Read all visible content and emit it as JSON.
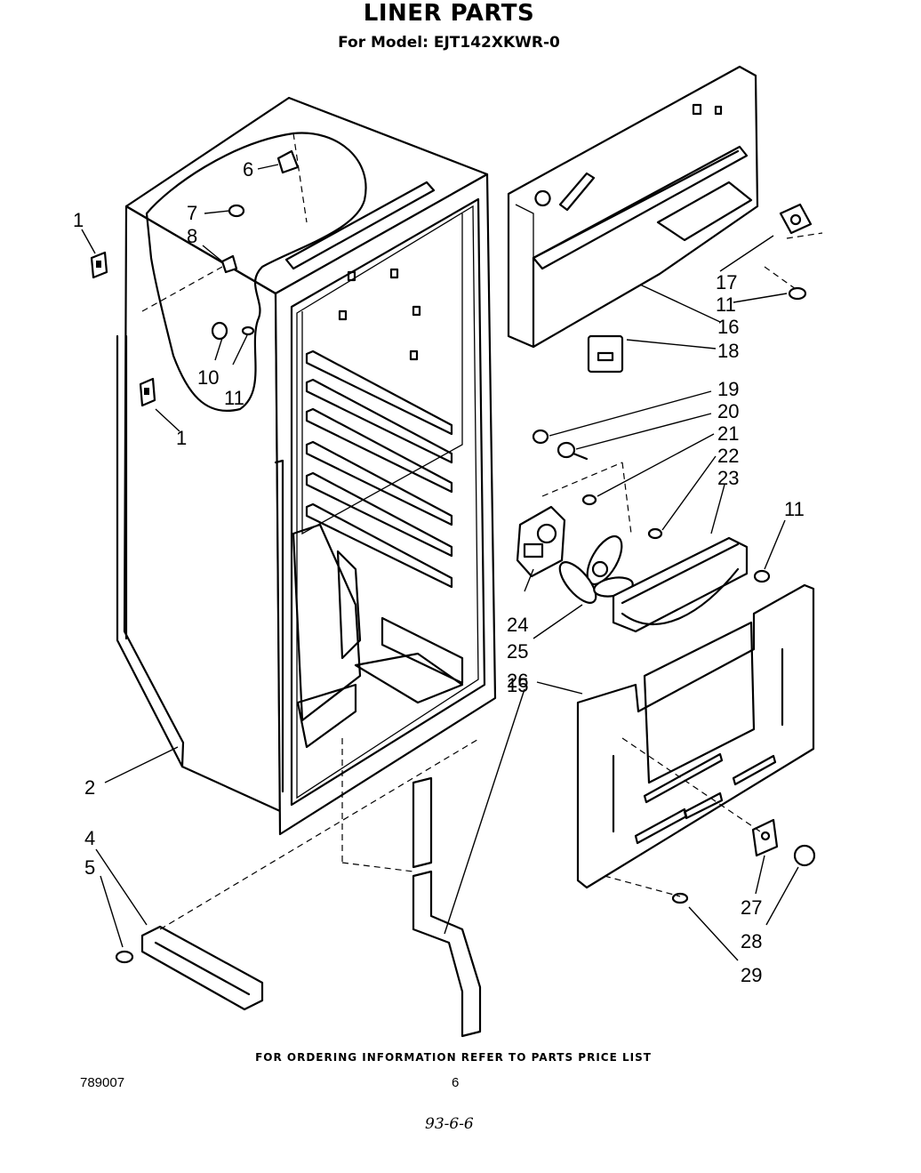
{
  "header": {
    "title": "LINER PARTS",
    "model_line": "For Model: EJT142XKWR-0"
  },
  "callouts": [
    {
      "id": "1a",
      "label": "1"
    },
    {
      "id": "1b",
      "label": "1"
    },
    {
      "id": "2",
      "label": "2"
    },
    {
      "id": "4",
      "label": "4"
    },
    {
      "id": "5",
      "label": "5"
    },
    {
      "id": "6",
      "label": "6"
    },
    {
      "id": "7",
      "label": "7"
    },
    {
      "id": "8",
      "label": "8"
    },
    {
      "id": "10",
      "label": "10"
    },
    {
      "id": "11a",
      "label": "11"
    },
    {
      "id": "11b",
      "label": "11"
    },
    {
      "id": "11c",
      "label": "11"
    },
    {
      "id": "15",
      "label": "15"
    },
    {
      "id": "16",
      "label": "16"
    },
    {
      "id": "17",
      "label": "17"
    },
    {
      "id": "18",
      "label": "18"
    },
    {
      "id": "19",
      "label": "19"
    },
    {
      "id": "20",
      "label": "20"
    },
    {
      "id": "21",
      "label": "21"
    },
    {
      "id": "22",
      "label": "22"
    },
    {
      "id": "23",
      "label": "23"
    },
    {
      "id": "24",
      "label": "24"
    },
    {
      "id": "25",
      "label": "25"
    },
    {
      "id": "26",
      "label": "26"
    },
    {
      "id": "27",
      "label": "27"
    },
    {
      "id": "28",
      "label": "28"
    },
    {
      "id": "29",
      "label": "29"
    }
  ],
  "footer": {
    "ordering_note": "FOR ORDERING INFORMATION REFER TO PARTS PRICE LIST",
    "doc_number": "789007",
    "page_number": "6",
    "handwritten_note": "93-6-6"
  }
}
